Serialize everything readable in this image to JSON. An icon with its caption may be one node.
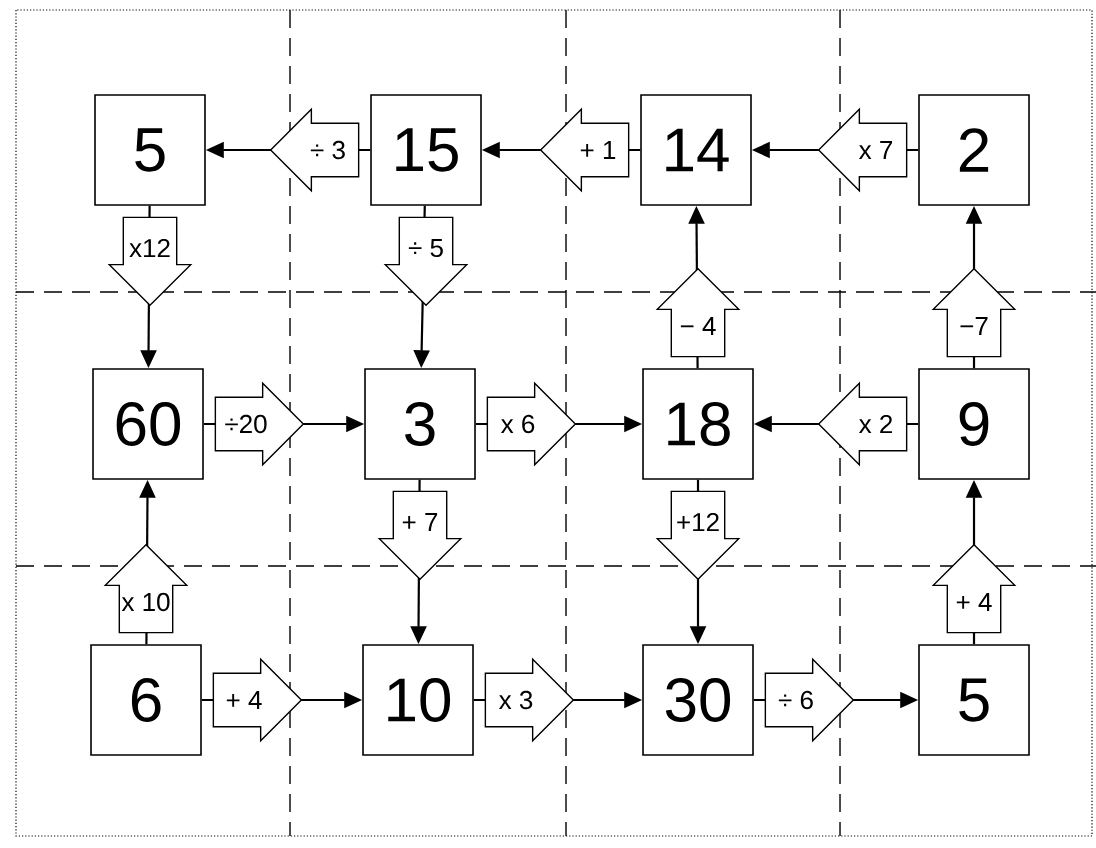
{
  "diagram": {
    "nodes": [
      {
        "text": [
          "5"
        ]
      },
      {
        "text": [
          "15"
        ]
      },
      {
        "text": [
          "14"
        ]
      },
      {
        "text": [
          "2"
        ]
      },
      {
        "text": [
          "60"
        ]
      },
      {
        "text": [
          "3"
        ]
      },
      {
        "text": [
          "18"
        ]
      },
      {
        "text": [
          "9"
        ]
      },
      {
        "text": [
          "6"
        ]
      },
      {
        "text": [
          "10"
        ]
      },
      {
        "text": [
          "30"
        ]
      },
      {
        "text": [
          "5"
        ]
      }
    ],
    "edges": [
      {
        "from": 1,
        "to": 0,
        "arrow": "to",
        "label": "÷ 3"
      },
      {
        "from": 2,
        "to": 1,
        "arrow": "to",
        "label": "+ 1"
      },
      {
        "from": 3,
        "to": 2,
        "arrow": "to",
        "label": "x 7"
      },
      {
        "from": 0,
        "to": 4,
        "arrow": "to",
        "label": "x12"
      },
      {
        "from": 1,
        "to": 5,
        "arrow": "to",
        "label": "÷ 5"
      },
      {
        "from": 6,
        "to": 2,
        "arrow": "to",
        "label": "− 4"
      },
      {
        "from": 7,
        "to": 3,
        "arrow": "to",
        "label": "−7"
      },
      {
        "from": 4,
        "to": 5,
        "arrow": "to",
        "label": "÷20"
      },
      {
        "from": 5,
        "to": 6,
        "arrow": "to",
        "label": "x 6"
      },
      {
        "from": 7,
        "to": 6,
        "arrow": "to",
        "label": "x 2"
      },
      {
        "from": 8,
        "to": 4,
        "arrow": "to",
        "label": "x 10"
      },
      {
        "from": 5,
        "to": 9,
        "arrow": "to",
        "label": "+ 7"
      },
      {
        "from": 6,
        "to": 10,
        "arrow": "to",
        "label": "+12"
      },
      {
        "from": 11,
        "to": 7,
        "arrow": "to",
        "label": "+ 4"
      },
      {
        "from": 8,
        "to": 9,
        "arrow": "to",
        "label": "+ 4"
      },
      {
        "from": 9,
        "to": 10,
        "arrow": "to",
        "label": "x 3"
      },
      {
        "from": 10,
        "to": 11,
        "arrow": "to",
        "label": "÷ 6"
      }
    ]
  }
}
